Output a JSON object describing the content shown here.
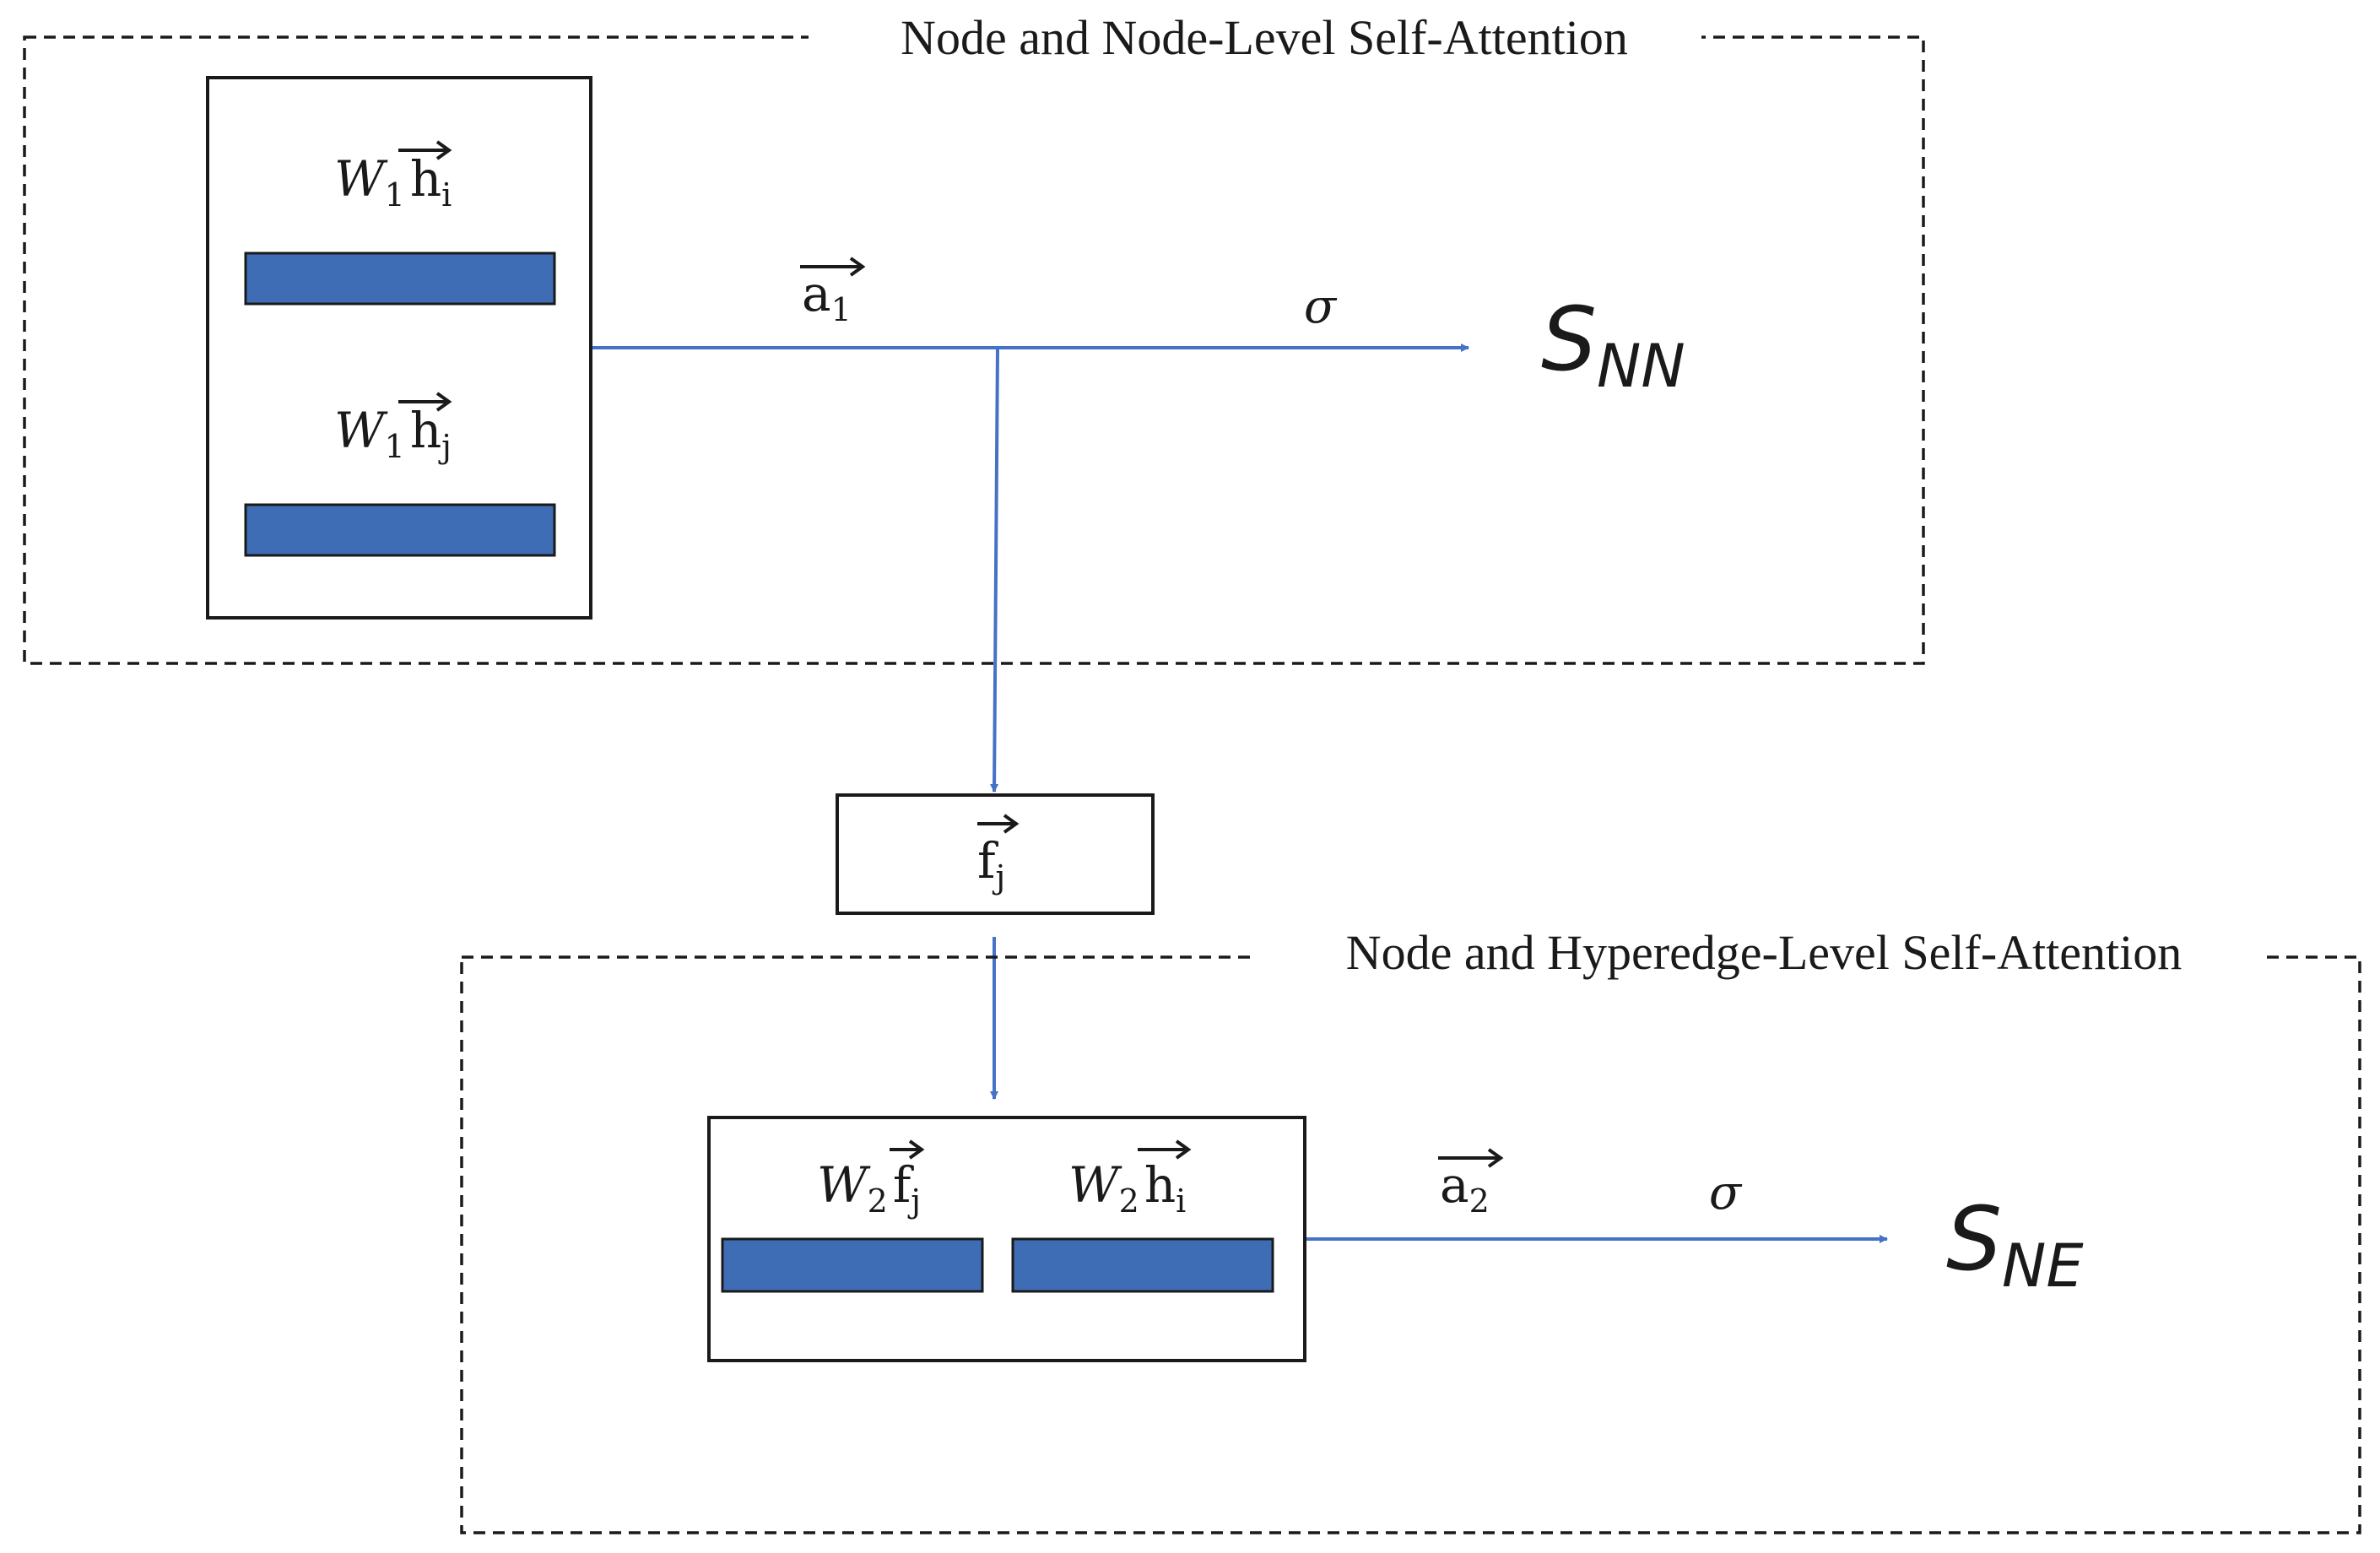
{
  "regions": {
    "node_level": {
      "title": "Node and Node-Level Self-Attention"
    },
    "hyperedge_level": {
      "title": "Node and Hyperedge-Level Self-Attention"
    }
  },
  "node_level": {
    "weight_1": {
      "base": "W",
      "sub": "1"
    },
    "h_i": {
      "base": "h",
      "sub": "i"
    },
    "h_j": {
      "base": "h",
      "sub": "j"
    },
    "attention_vector": {
      "base": "a",
      "sub": "1"
    },
    "activation": "σ",
    "output": {
      "base": "S",
      "sub": "NN"
    }
  },
  "aggregate": {
    "base": "f",
    "sub": "j"
  },
  "hyperedge_level": {
    "weight_2": {
      "base": "W",
      "sub": "2"
    },
    "f_j": {
      "base": "f",
      "sub": "j"
    },
    "h_i": {
      "base": "h",
      "sub": "i"
    },
    "attention_vector": {
      "base": "a",
      "sub": "2"
    },
    "activation": "σ",
    "output": {
      "base": "S",
      "sub": "NE"
    }
  },
  "colors": {
    "feature_bar": "#3e6db5",
    "arrow": "#4472c4",
    "border": "#1a1a1a"
  }
}
